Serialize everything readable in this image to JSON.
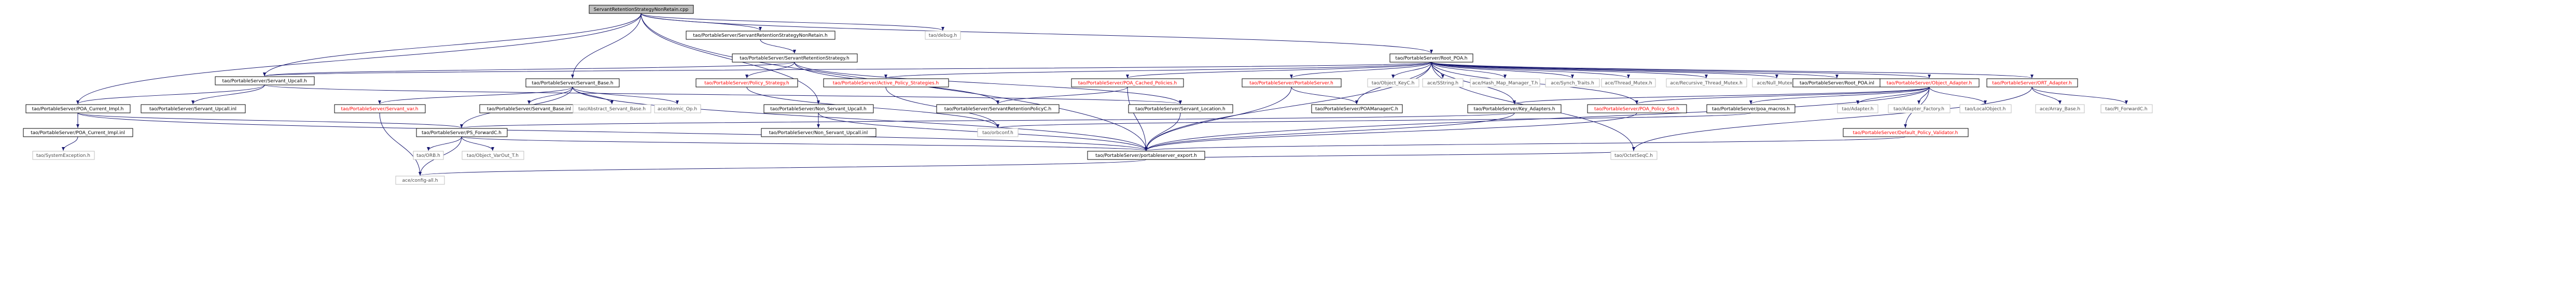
{
  "graph": {
    "nodes": [
      {
        "id": "root",
        "label": "ServantRetentionStrategyNonRetain.cpp",
        "style": "root"
      },
      {
        "id": "srsnr",
        "label": "tao/PortableServer/ServantRetentionStrategyNonRetain.h",
        "style": "box"
      },
      {
        "id": "debug",
        "label": "tao/debug.h",
        "style": "nobox"
      },
      {
        "id": "srs",
        "label": "tao/PortableServer/ServantRetentionStrategy.h",
        "style": "box"
      },
      {
        "id": "rootpoa",
        "label": "tao/PortableServer/Root_POA.h",
        "style": "box"
      },
      {
        "id": "servant_upcall",
        "label": "tao/PortableServer/Servant_Upcall.h",
        "style": "box"
      },
      {
        "id": "servant_base",
        "label": "tao/PortableServer/Servant_Base.h",
        "style": "box"
      },
      {
        "id": "policy_strategy",
        "label": "tao/PortableServer/Policy_Strategy.h",
        "style": "red"
      },
      {
        "id": "active_policy",
        "label": "tao/PortableServer/Active_Policy_Strategies.h",
        "style": "red"
      },
      {
        "id": "cached_policies",
        "label": "tao/PortableServer/POA_Cached_Policies.h",
        "style": "red"
      },
      {
        "id": "portableserver",
        "label": "tao/PortableServer/PortableServer.h",
        "style": "red"
      },
      {
        "id": "object_keyc",
        "label": "tao/Object_KeyC.h",
        "style": "nobox"
      },
      {
        "id": "sstring",
        "label": "ace/SString.h",
        "style": "nobox"
      },
      {
        "id": "hash_map",
        "label": "ace/Hash_Map_Manager_T.h",
        "style": "nobox"
      },
      {
        "id": "synch_traits",
        "label": "ace/Synch_Traits.h",
        "style": "nobox"
      },
      {
        "id": "thread_mutex",
        "label": "ace/Thread_Mutex.h",
        "style": "nobox"
      },
      {
        "id": "recursive_mutex",
        "label": "ace/Recursive_Thread_Mutex.h",
        "style": "nobox"
      },
      {
        "id": "null_mutex",
        "label": "ace/Null_Mutex.h",
        "style": "nobox"
      },
      {
        "id": "rootpoa_inl",
        "label": "tao/PortableServer/Root_POA.inl",
        "style": "box"
      },
      {
        "id": "object_adapter",
        "label": "tao/PortableServer/Object_Adapter.h",
        "style": "red"
      },
      {
        "id": "ort_adapter",
        "label": "tao/PortableServer/ORT_Adapter.h",
        "style": "red"
      },
      {
        "id": "poa_current_impl",
        "label": "tao/PortableServer/POA_Current_Impl.h",
        "style": "box"
      },
      {
        "id": "servant_upcall_inl",
        "label": "tao/PortableServer/Servant_Upcall.inl",
        "style": "box"
      },
      {
        "id": "servant_var",
        "label": "tao/PortableServer/Servant_var.h",
        "style": "red"
      },
      {
        "id": "servant_base_inl",
        "label": "tao/PortableServer/Servant_Base.inl",
        "style": "box"
      },
      {
        "id": "abstract_servant",
        "label": "tao/Abstract_Servant_Base.h",
        "style": "nobox"
      },
      {
        "id": "atomic_op",
        "label": "ace/Atomic_Op.h",
        "style": "nobox"
      },
      {
        "id": "non_servant_upcall",
        "label": "tao/PortableServer/Non_Servant_Upcall.h",
        "style": "box"
      },
      {
        "id": "srpolicyc",
        "label": "tao/PortableServer/ServantRetentionPolicyC.h",
        "style": "box"
      },
      {
        "id": "servant_location",
        "label": "tao/PortableServer/Servant_Location.h",
        "style": "box"
      },
      {
        "id": "poamanagerc",
        "label": "tao/PortableServer/POAManagerC.h",
        "style": "box"
      },
      {
        "id": "key_adapters",
        "label": "tao/PortableServer/Key_Adapters.h",
        "style": "box"
      },
      {
        "id": "poa_policy_set",
        "label": "tao/PortableServer/POA_Policy_Set.h",
        "style": "red"
      },
      {
        "id": "poa_macros",
        "label": "tao/PortableServer/poa_macros.h",
        "style": "box"
      },
      {
        "id": "adapter",
        "label": "tao/Adapter.h",
        "style": "nobox"
      },
      {
        "id": "adapter_factory",
        "label": "tao/Adapter_Factory.h",
        "style": "nobox"
      },
      {
        "id": "localobject",
        "label": "tao/LocalObject.h",
        "style": "nobox"
      },
      {
        "id": "array_base",
        "label": "ace/Array_Base.h",
        "style": "nobox"
      },
      {
        "id": "pi_forwardc",
        "label": "tao/PI_ForwardC.h",
        "style": "nobox"
      },
      {
        "id": "poa_current_impl_inl",
        "label": "tao/PortableServer/POA_Current_Impl.inl",
        "style": "box"
      },
      {
        "id": "servant_upcall_inl2",
        "label": "tao/PortableServer/Servant_Upcall.inl",
        "style": "box"
      },
      {
        "id": "ps_forwardc",
        "label": "tao/PortableServer/PS_ForwardC.h",
        "style": "box"
      },
      {
        "id": "non_servant_upcall_inl",
        "label": "tao/PortableServer/Non_Servant_Upcall.inl",
        "style": "box"
      },
      {
        "id": "default_policy_validator",
        "label": "tao/PortableServer/Default_Policy_Validator.h",
        "style": "red"
      },
      {
        "id": "orbconf",
        "label": "tao/orbconf.h",
        "style": "nobox"
      },
      {
        "id": "system_exception",
        "label": "tao/SystemException.h",
        "style": "nobox"
      },
      {
        "id": "orbh",
        "label": "tao/ORB.h",
        "style": "nobox"
      },
      {
        "id": "object_varout",
        "label": "tao/Object_VarOut_T.h",
        "style": "nobox"
      },
      {
        "id": "export",
        "label": "tao/PortableServer/portableserver_export.h",
        "style": "box"
      },
      {
        "id": "octetseqc",
        "label": "tao/OctetSeqC.h",
        "style": "nobox"
      },
      {
        "id": "config_all",
        "label": "ace/config-all.h",
        "style": "nobox"
      }
    ],
    "edges": [
      [
        "root",
        "srsnr"
      ],
      [
        "root",
        "debug"
      ],
      [
        "root",
        "rootpoa"
      ],
      [
        "root",
        "servant_upcall"
      ],
      [
        "root",
        "servant_base"
      ],
      [
        "root",
        "poa_current_impl"
      ],
      [
        "root",
        "non_servant_upcall"
      ],
      [
        "root",
        "export"
      ],
      [
        "srsnr",
        "srs"
      ],
      [
        "srs",
        "servant_upcall"
      ],
      [
        "srs",
        "policy_strategy"
      ],
      [
        "srs",
        "srpolicyc"
      ],
      [
        "srs",
        "servant_location"
      ],
      [
        "rootpoa",
        "active_policy"
      ],
      [
        "rootpoa",
        "cached_policies"
      ],
      [
        "rootpoa",
        "portableserver"
      ],
      [
        "rootpoa",
        "object_keyc"
      ],
      [
        "rootpoa",
        "sstring"
      ],
      [
        "rootpoa",
        "hash_map"
      ],
      [
        "rootpoa",
        "synch_traits"
      ],
      [
        "rootpoa",
        "thread_mutex"
      ],
      [
        "rootpoa",
        "recursive_mutex"
      ],
      [
        "rootpoa",
        "null_mutex"
      ],
      [
        "rootpoa",
        "rootpoa_inl"
      ],
      [
        "rootpoa",
        "object_adapter"
      ],
      [
        "rootpoa",
        "ort_adapter"
      ],
      [
        "rootpoa",
        "servant_upcall"
      ],
      [
        "rootpoa",
        "poamanagerc"
      ],
      [
        "rootpoa",
        "key_adapters"
      ],
      [
        "rootpoa",
        "poa_policy_set"
      ],
      [
        "rootpoa",
        "export"
      ],
      [
        "servant_upcall",
        "poa_current_impl"
      ],
      [
        "servant_upcall",
        "servant_upcall_inl"
      ],
      [
        "servant_upcall",
        "servant_location"
      ],
      [
        "servant_base",
        "servant_var"
      ],
      [
        "servant_base",
        "servant_base_inl"
      ],
      [
        "servant_base",
        "abstract_servant"
      ],
      [
        "servant_base",
        "atomic_op"
      ],
      [
        "servant_base",
        "ps_forwardc"
      ],
      [
        "servant_base",
        "export"
      ],
      [
        "policy_strategy",
        "orbconf"
      ],
      [
        "active_policy",
        "orbconf"
      ],
      [
        "cached_policies",
        "srpolicyc"
      ],
      [
        "cached_policies",
        "export"
      ],
      [
        "portableserver",
        "poamanagerc"
      ],
      [
        "portableserver",
        "export"
      ],
      [
        "object_adapter",
        "key_adapters"
      ],
      [
        "object_adapter",
        "poa_policy_set"
      ],
      [
        "object_adapter",
        "poa_macros"
      ],
      [
        "object_adapter",
        "adapter"
      ],
      [
        "object_adapter",
        "adapter_factory"
      ],
      [
        "object_adapter",
        "localobject"
      ],
      [
        "object_adapter",
        "default_policy_validator"
      ],
      [
        "object_adapter",
        "export"
      ],
      [
        "ort_adapter",
        "array_base"
      ],
      [
        "ort_adapter",
        "pi_forwardc"
      ],
      [
        "ort_adapter",
        "octetseqc"
      ],
      [
        "poa_current_impl",
        "poa_current_impl_inl"
      ],
      [
        "poa_current_impl",
        "ps_forwardc"
      ],
      [
        "poa_current_impl",
        "export"
      ],
      [
        "poa_current_impl_inl",
        "system_exception"
      ],
      [
        "servant_var",
        "config_all"
      ],
      [
        "ps_forwardc",
        "orbh"
      ],
      [
        "ps_forwardc",
        "object_varout"
      ],
      [
        "ps_forwardc",
        "config_all"
      ],
      [
        "ps_forwardc",
        "export"
      ],
      [
        "non_servant_upcall",
        "non_servant_upcall_inl"
      ],
      [
        "non_servant_upcall",
        "export"
      ],
      [
        "servant_location",
        "export"
      ],
      [
        "key_adapters",
        "export"
      ],
      [
        "key_adapters",
        "ps_forwardc"
      ],
      [
        "poa_policy_set",
        "export"
      ],
      [
        "poa_macros",
        "orbconf"
      ],
      [
        "default_policy_validator",
        "export"
      ],
      [
        "export",
        "config_all"
      ],
      [
        "export",
        "octetseqc"
      ],
      [
        "rootpoa",
        "octetseqc"
      ]
    ]
  }
}
